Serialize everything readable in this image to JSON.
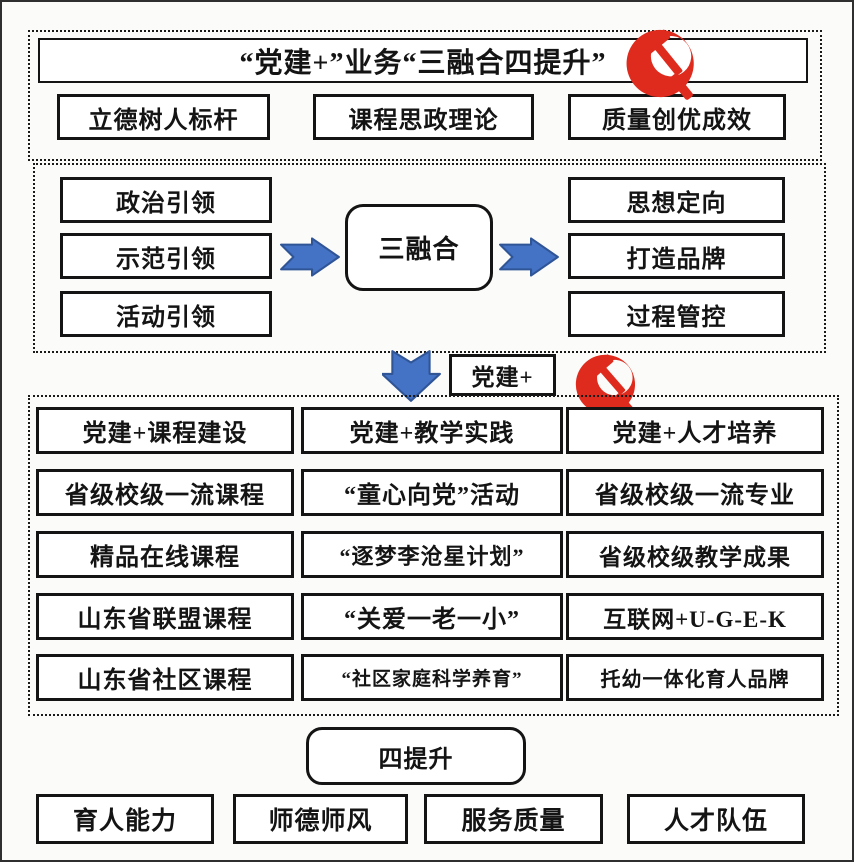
{
  "page": {
    "background": "#fbfbf9",
    "frame_color": "#2f2f2f"
  },
  "colors": {
    "box_border": "#141414",
    "arrow_fill": "#4472c4",
    "arrow_stroke": "#2f5597",
    "emblem_red": "#df2b1e"
  },
  "icons": {
    "party_emblem": "hammer-and-sickle",
    "arrow_right": "block-arrow-right",
    "arrow_down": "block-arrow-down"
  },
  "header": {
    "title": "“党建+”业务“三融合四提升”",
    "pillars": [
      "立德树人标杆",
      "课程思政理论",
      "质量创优成效"
    ]
  },
  "fusion": {
    "left": [
      "政治引领",
      "示范引领",
      "活动引领"
    ],
    "center": "三融合",
    "right": [
      "思想定向",
      "打造品牌",
      "过程管控"
    ]
  },
  "connector": {
    "label": "党建+"
  },
  "matrix": {
    "rows": [
      [
        "党建+课程建设",
        "党建+教学实践",
        "党建+人才培养"
      ],
      [
        "省级校级一流课程",
        "“童心向党”活动",
        "省级校级一流专业"
      ],
      [
        "精品在线课程",
        "“逐梦李沧星计划”",
        "省级校级教学成果"
      ],
      [
        "山东省联盟课程",
        "“关爱一老一小”",
        "互联网+U-G-E-K"
      ],
      [
        "山东省社区课程",
        "“社区家庭科学养育”",
        "托幼一体化育人品牌"
      ]
    ]
  },
  "footer": {
    "center": "四提升",
    "items": [
      "育人能力",
      "师德师风",
      "服务质量",
      "人才队伍"
    ]
  }
}
